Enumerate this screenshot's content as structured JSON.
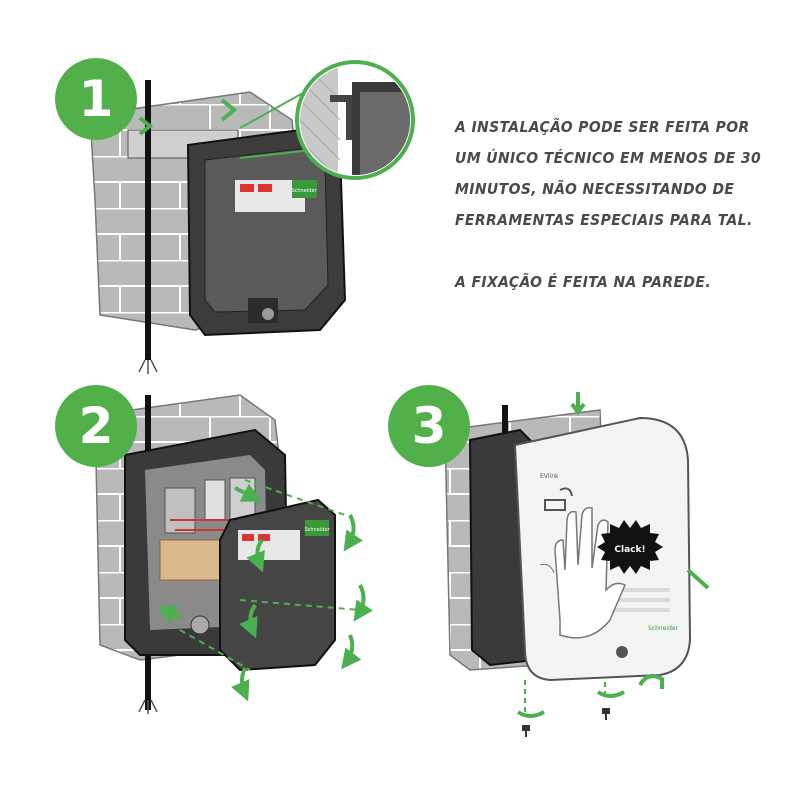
{
  "steps": [
    {
      "number": "1"
    },
    {
      "number": "2"
    },
    {
      "number": "3"
    }
  ],
  "caption": {
    "line1": "A INSTALAÇÃO PODE SER FEITA POR",
    "line2": "UM ÚNICO TÉCNICO EM MENOS DE 30",
    "line3": "MINUTOS, NÃO NECESSITANDO DE",
    "line4": "FERRAMENTAS ESPECIAIS PARA TAL.",
    "line5": "A FIXAÇÃO É FEITA NA PAREDE."
  },
  "device": {
    "brand": "Schneider",
    "model_label": "EVlink",
    "clack_label": "Clack!"
  },
  "colors": {
    "badge_green": "#52b04a",
    "arrow_green": "#4cb050",
    "wall_grey": "#b9b9b9",
    "device_dark": "#3c3c3c",
    "cover_white": "#f4f4f4",
    "caption_text": "#4a4a4a"
  }
}
